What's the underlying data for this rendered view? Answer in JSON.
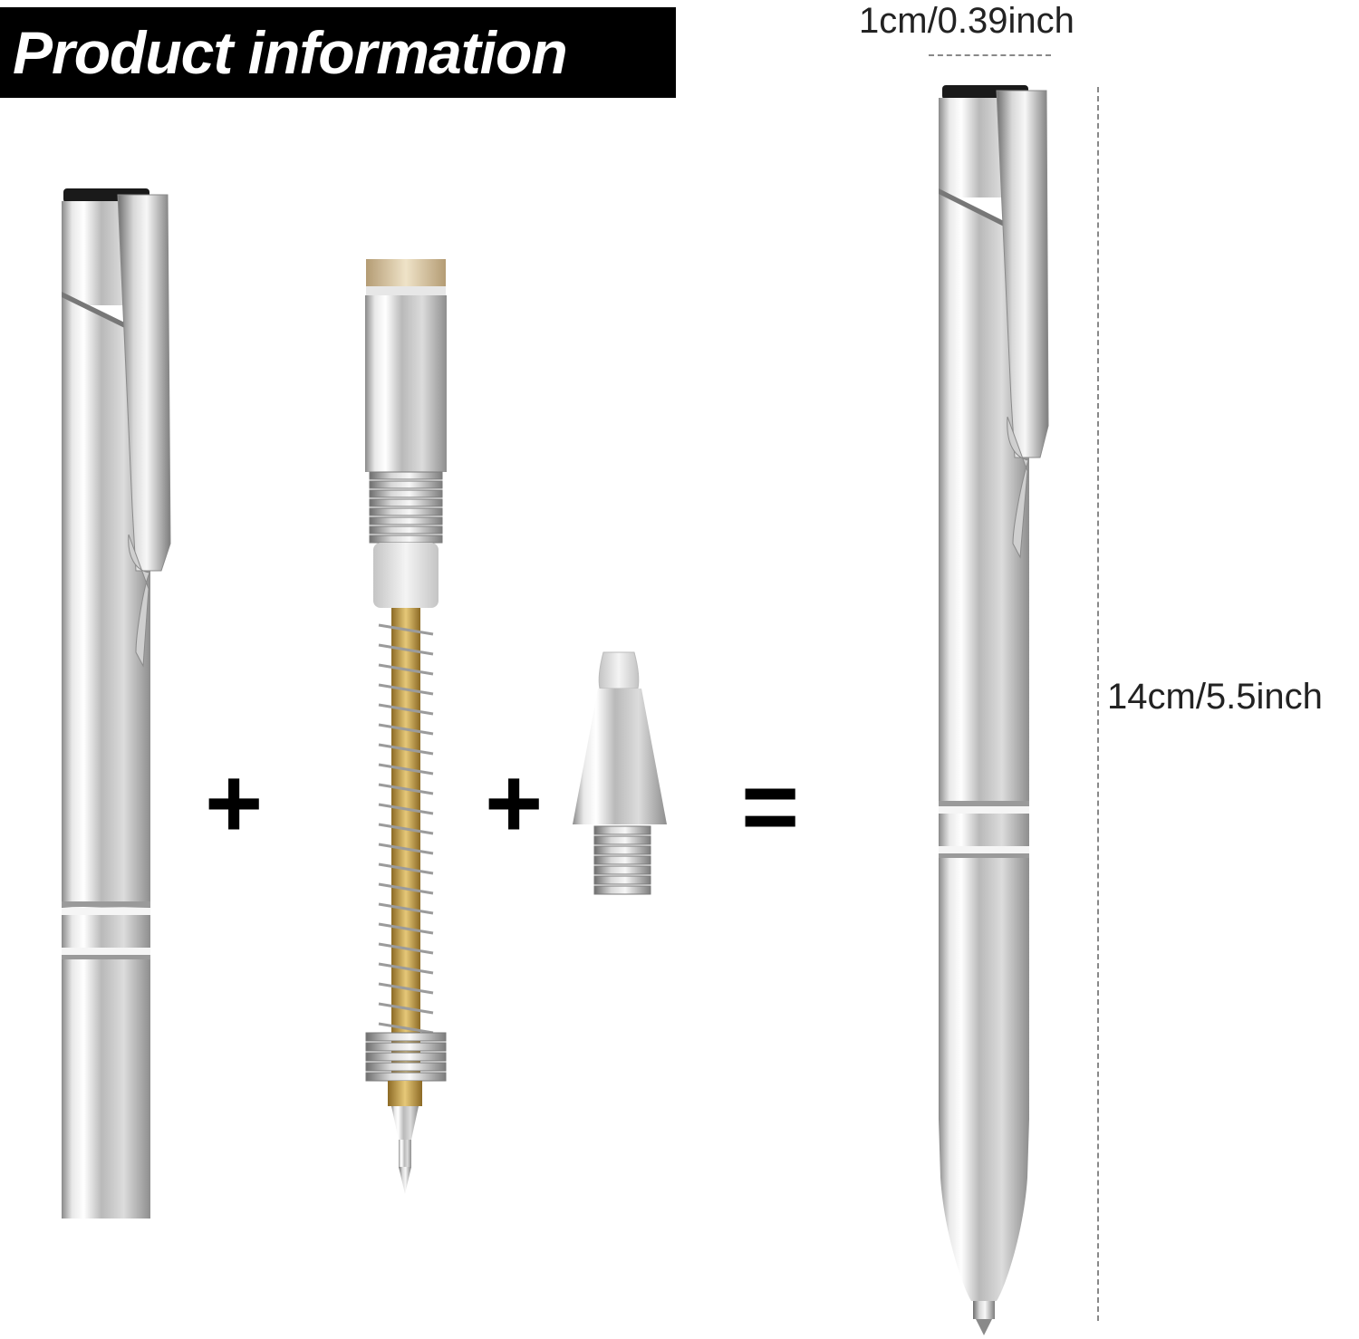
{
  "header": {
    "title": "Product information"
  },
  "dimensions": {
    "width": "1cm/0.39inch",
    "length": "14cm/5.5inch"
  },
  "operators": {
    "plus": "+",
    "equals": "="
  },
  "colors": {
    "title_bg": "#000000",
    "title_text": "#ffffff",
    "metal": "#c8c8c8",
    "brass": "#c9a24a"
  },
  "parts": [
    "pen-barrel-icon",
    "spring-refill-icon",
    "pen-tip-cone-icon",
    "assembled-pen-icon"
  ]
}
